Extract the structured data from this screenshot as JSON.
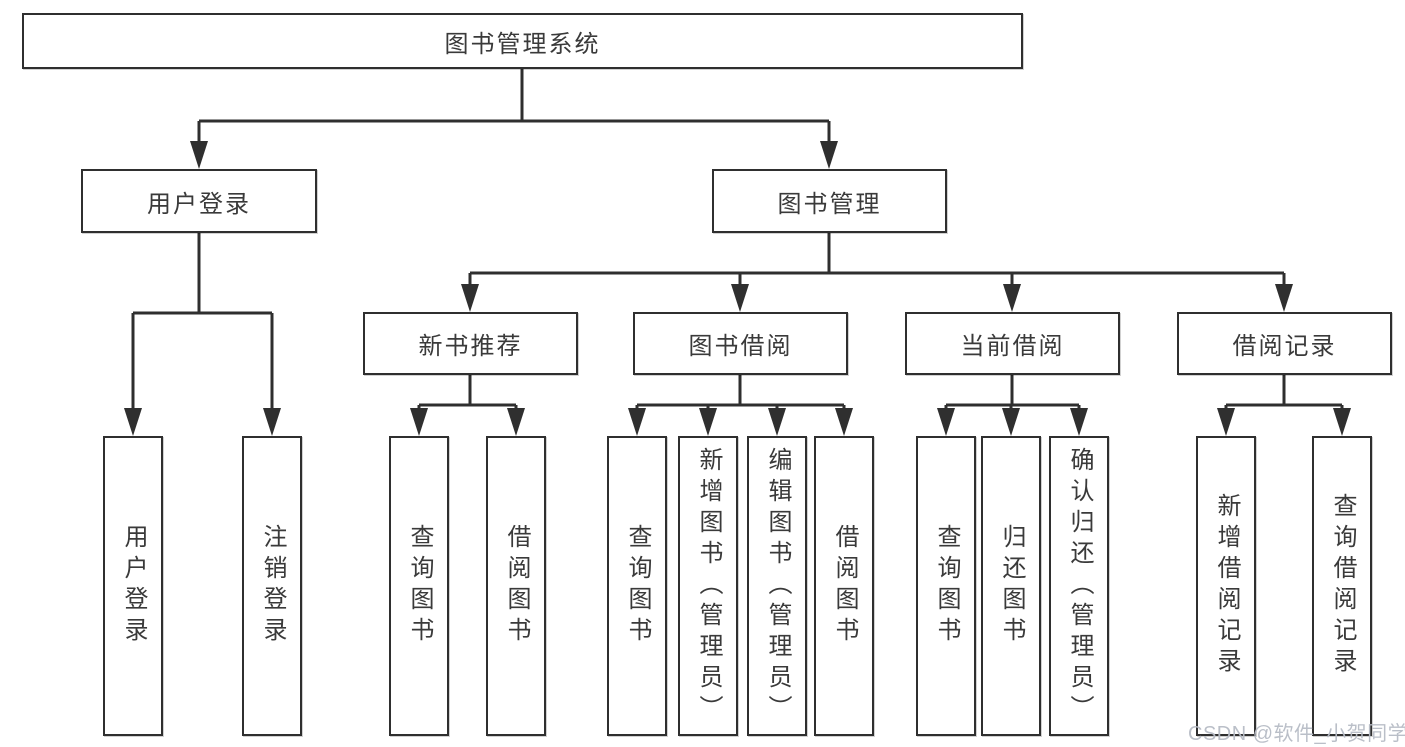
{
  "colors": {
    "background": "#ffffff",
    "line": "#2f2f2f",
    "box_border": "#2f2f2f",
    "text": "#3a3a3a",
    "watermark": "#b7bcc6"
  },
  "tree": {
    "root": {
      "label": "图书管理系统"
    },
    "branches": [
      {
        "label": "用户登录",
        "children": [
          "用户登录",
          "注销登录"
        ]
      },
      {
        "label": "图书管理",
        "sections": [
          {
            "label": "新书推荐",
            "children": [
              "查询图书",
              "借阅图书"
            ]
          },
          {
            "label": "图书借阅",
            "children": [
              "查询图书",
              "新增图书（管理员）",
              "编辑图书（管理员）",
              "借阅图书"
            ]
          },
          {
            "label": "当前借阅",
            "children": [
              "查询图书",
              "归还图书",
              "确认归还（管理员）"
            ]
          },
          {
            "label": "借阅记录",
            "children": [
              "新增借阅记录",
              "查询借阅记录"
            ]
          }
        ]
      }
    ]
  },
  "watermark": {
    "text": "CSDN @软件_小贺同学"
  }
}
